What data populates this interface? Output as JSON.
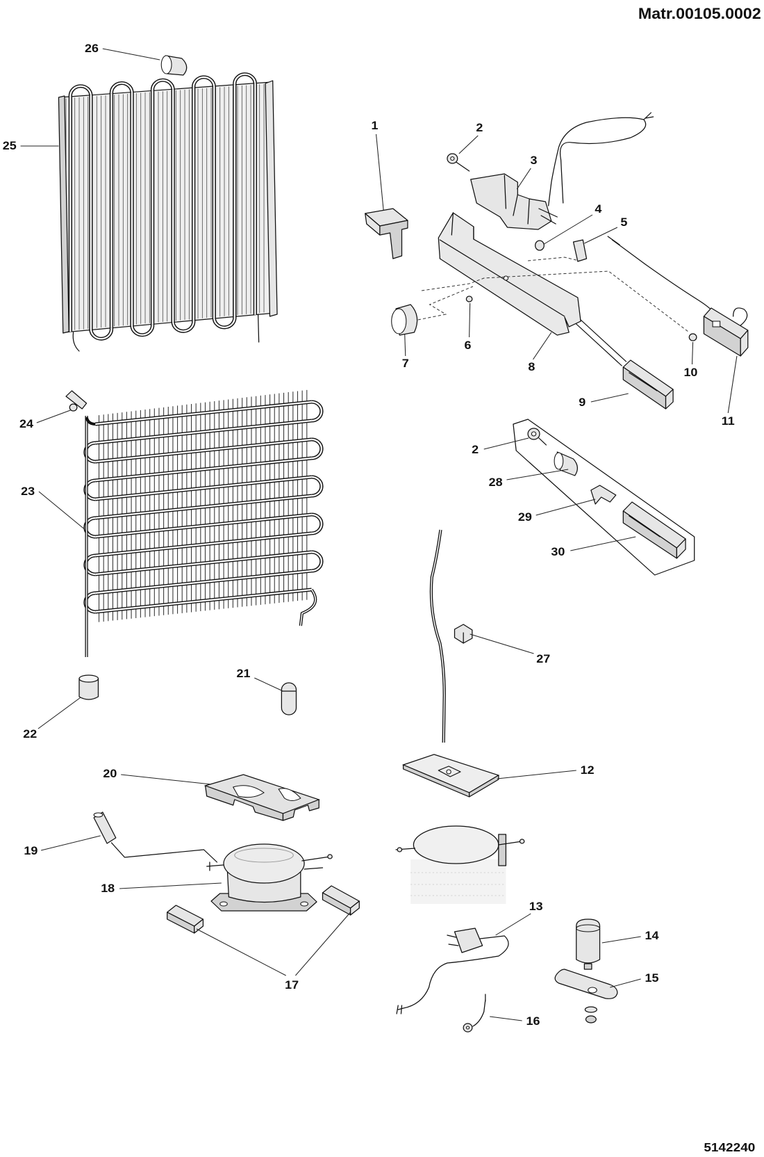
{
  "header": {
    "code": "Matr.00105.0002"
  },
  "footer": {
    "code": "5142240"
  },
  "callouts": [
    "1",
    "2",
    "3",
    "4",
    "5",
    "6",
    "7",
    "8",
    "9",
    "10",
    "11",
    "2",
    "28",
    "29",
    "30",
    "27",
    "12",
    "13",
    "14",
    "15",
    "16",
    "17",
    "18",
    "19",
    "20",
    "21",
    "22",
    "23",
    "24",
    "25",
    "26"
  ]
}
